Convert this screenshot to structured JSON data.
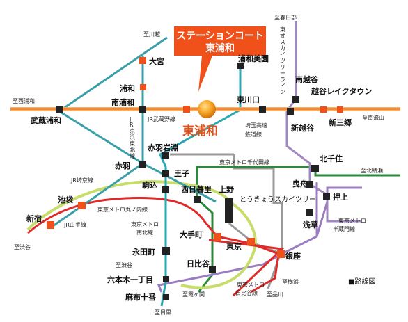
{
  "callout": {
    "line1": "ステーションコート",
    "line2": "東浦和"
  },
  "highlight_station": "東浦和",
  "legend": "■路線図",
  "stations": {
    "omiya": "大宮",
    "urawa": "浦和",
    "minami_urawa": "南浦和",
    "musashi_urawa": "武蔵浦和",
    "urawa_misono": "浦和美園",
    "higashi_kawaguchi": "東川口",
    "minami_koshigaya": "南越谷",
    "koshigaya_laketown": "越谷レイクタウン",
    "shin_koshigaya": "新越谷",
    "shin_misato": "新三郷",
    "akabane_iwabuchi": "赤羽岩淵",
    "akabane": "赤羽",
    "oji": "王子",
    "komagome": "駒込",
    "nishi_nippori": "西日暮里",
    "ueno": "上野",
    "kitasenju": "北千住",
    "hikifune": "曳舟",
    "oshiage": "押上",
    "asakusa": "浅草",
    "tokyo_skytree": "とうきょうスカイツリー",
    "ikebukuro": "池袋",
    "shinjuku": "新宿",
    "nagatacho": "永田町",
    "otemachi": "大手町",
    "tokyo": "東京",
    "hibiya": "日比谷",
    "ginza": "銀座",
    "roppongi_itchome": "六本木一丁目",
    "azabu_juban": "麻布十番"
  },
  "lines": {
    "musashino": "JR武蔵野線",
    "keihin_tohoku": "JR京浜東北線",
    "saitama_railway": "埼玉高速鉄道線",
    "tobu_skytree": "東武スカイツリーライン",
    "chiyoda": "東京メトロ千代田線",
    "saikyo": "JR埼京線",
    "marunouchi": "東京メトロ丸ノ内線",
    "yamanote": "JR山手線",
    "namboku": "東京メトロ南北線",
    "hanzomon": "東京メトロ半蔵門線",
    "hibiya_line": "東京メトロ日比谷線"
  },
  "destinations": {
    "kawagoe": "至川越",
    "nishi_urawa": "至西浦和",
    "kasukabe": "至春日部",
    "minami_nagareyama": "至南流山",
    "kita_ayase": "至北綾瀬",
    "shibuya1": "至渋谷",
    "shibuya2": "至渋谷",
    "yokohama": "至横浜",
    "shinagawa": "至品川",
    "kasumigaseki": "至霞ヶ関",
    "meguro": "至目黒"
  },
  "colors": {
    "musashino": "#f2a24e",
    "keihin": "#3aa0a8",
    "tobu": "#a088c0",
    "chiyoda": "#2a8a3a",
    "yamanote": "#c7dd6a",
    "marunouchi": "#e02a2a",
    "namboku": "#2aa8b0",
    "hanzomon": "#9c7cc0",
    "hibiya_line": "#9a9a9a",
    "station_orange": "#f0501a"
  }
}
